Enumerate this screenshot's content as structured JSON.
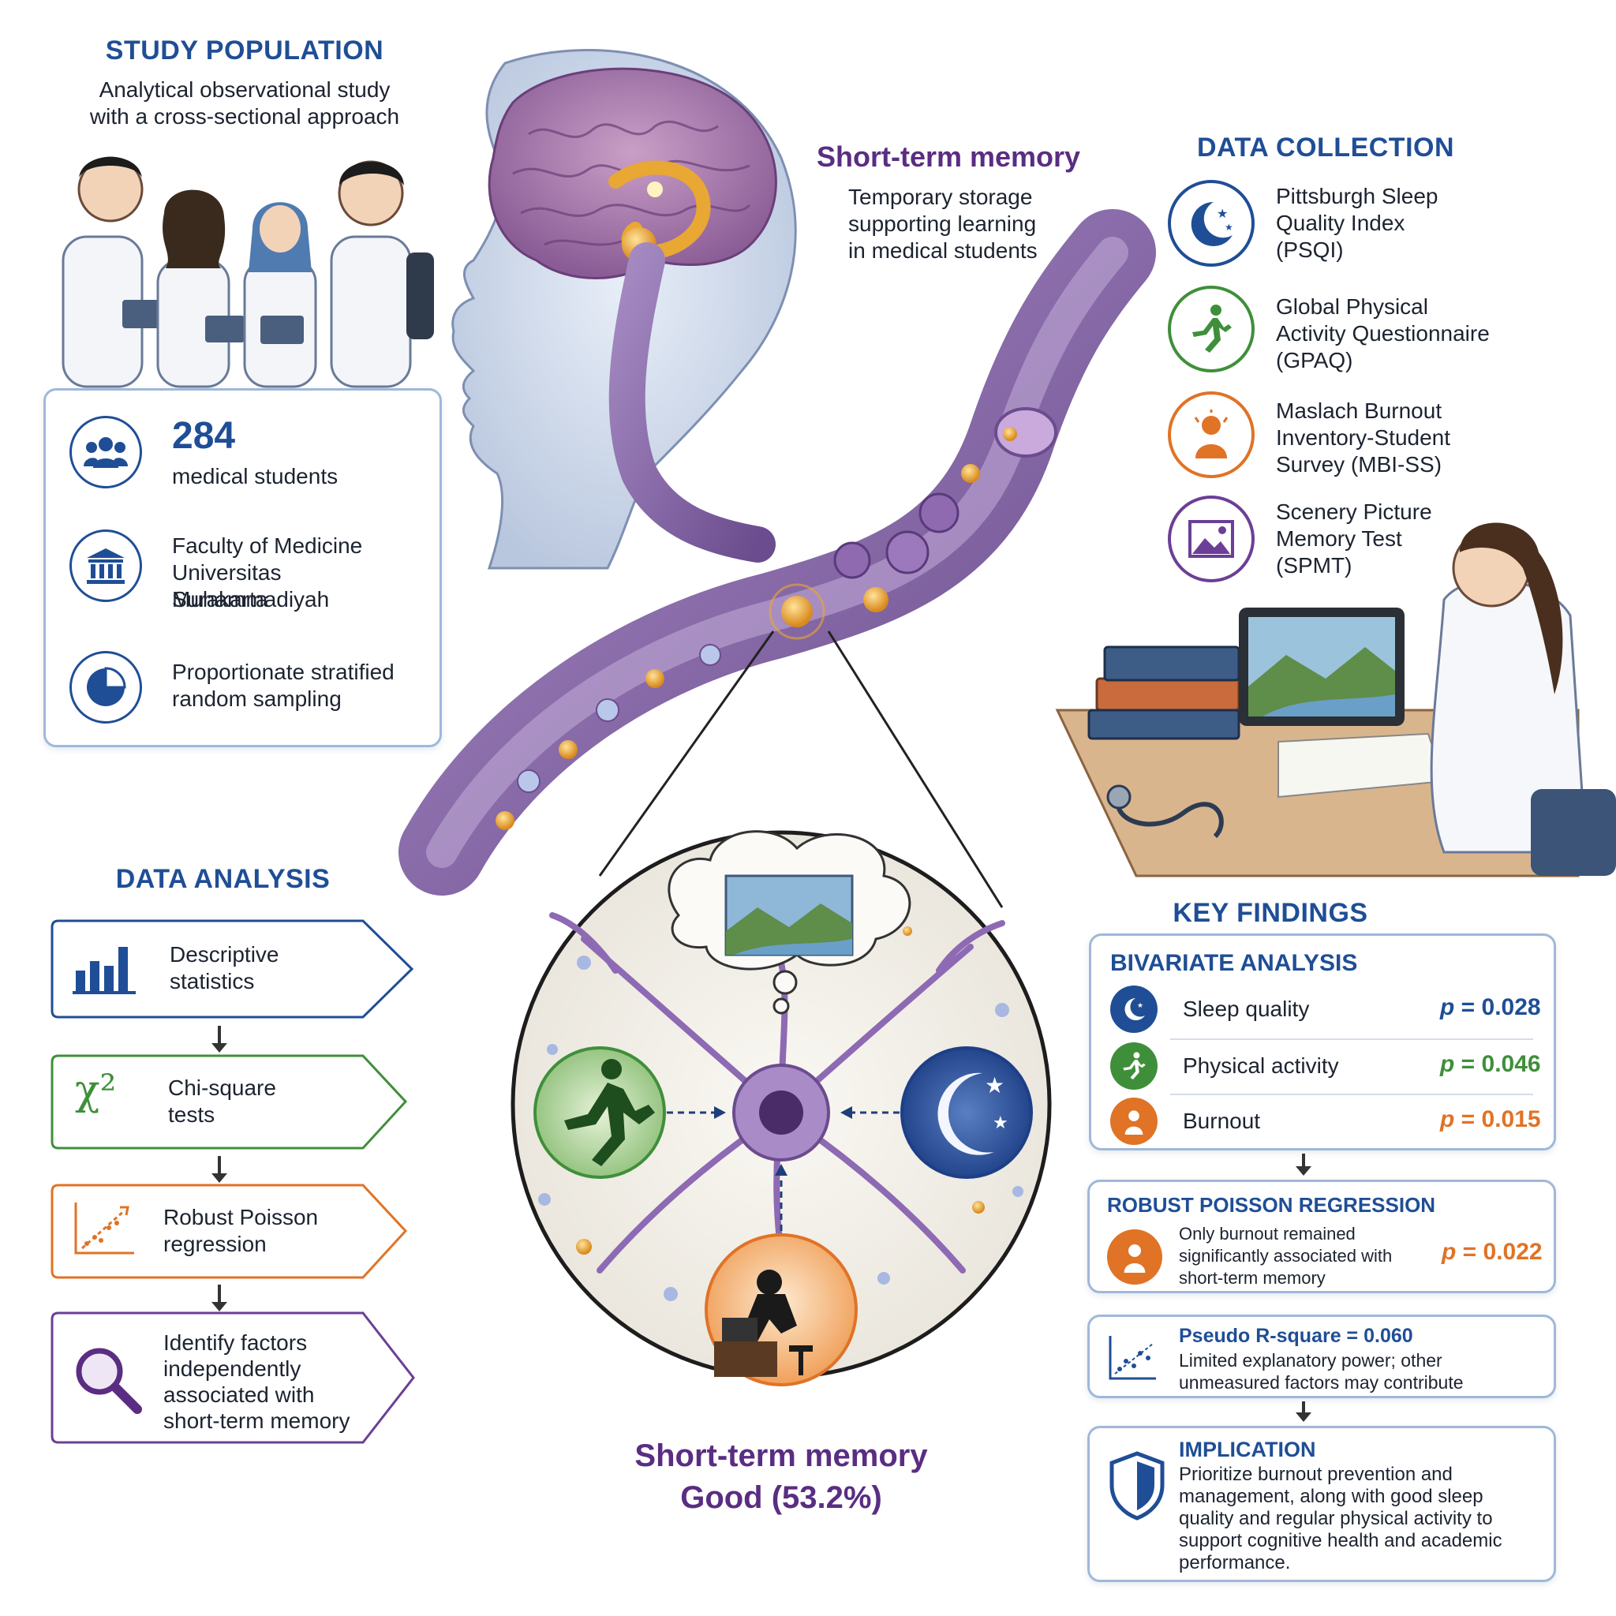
{
  "study_population": {
    "heading": "STUDY POPULATION",
    "subtitle_line1": "Analytical observational study",
    "subtitle_line2": "with a cross-sectional approach",
    "count": "284",
    "count_label": "medical students",
    "faculty_line1": "Faculty of Medicine",
    "faculty_line2": "Universitas Muhammadiyah",
    "faculty_line3": "Surakarta",
    "sampling_line1": "Proportionate stratified",
    "sampling_line2": "random sampling"
  },
  "brain": {
    "title": "Short-term memory",
    "desc_line1": "Temporary storage",
    "desc_line2": "supporting learning",
    "desc_line3": "in medical students"
  },
  "data_collection": {
    "heading": "DATA COLLECTION",
    "items": [
      {
        "lines": [
          "Pittsburgh Sleep",
          "Quality Index",
          "(PSQI)"
        ],
        "icon": "moon-stars-icon",
        "color": "#1f4e96"
      },
      {
        "lines": [
          "Global Physical",
          "Activity Questionnaire",
          "(GPAQ)"
        ],
        "icon": "running-person-icon",
        "color": "#3f8f3a"
      },
      {
        "lines": [
          "Maslach Burnout",
          "Inventory-Student",
          "Survey (MBI-SS)"
        ],
        "icon": "stressed-person-icon",
        "color": "#e07326"
      },
      {
        "lines": [
          "Scenery Picture",
          "Memory Test",
          "(SPMT)"
        ],
        "icon": "landscape-picture-icon",
        "color": "#6b3f96"
      }
    ]
  },
  "data_analysis": {
    "heading": "DATA ANALYSIS",
    "steps": [
      {
        "lines": [
          "Descriptive",
          "statistics"
        ],
        "icon": "bar-chart-icon",
        "color": "#1f4e96"
      },
      {
        "lines": [
          "Chi-square",
          "tests"
        ],
        "icon": "chi-square-icon",
        "symbol": "χ²",
        "color": "#3f8f3a"
      },
      {
        "lines": [
          "Robust Poisson",
          "regression"
        ],
        "icon": "trend-scatter-icon",
        "color": "#e07326"
      },
      {
        "lines": [
          "Identify factors",
          "independently",
          "associated with",
          "short-term memory"
        ],
        "icon": "magnifier-icon",
        "color": "#6b3f96"
      }
    ]
  },
  "center": {
    "result_line1": "Short-term memory",
    "result_line2": "Good (53.2%)"
  },
  "key_findings": {
    "heading": "KEY FINDINGS",
    "bivariate": {
      "title": "BIVARIATE ANALYSIS",
      "rows": [
        {
          "label": "Sleep quality",
          "p_label": "p",
          "p_value": " = 0.028",
          "color": "#1f4e96",
          "icon": "moon-icon"
        },
        {
          "label": "Physical activity",
          "p_label": "p",
          "p_value": " = 0.046",
          "color": "#3f8f3a",
          "icon": "running-icon"
        },
        {
          "label": "Burnout",
          "p_label": "p",
          "p_value": " = 0.015",
          "color": "#e07326",
          "icon": "burnout-icon"
        }
      ]
    },
    "poisson": {
      "title": "ROBUST POISSON REGRESSION",
      "line1": "Only burnout remained",
      "line2": "significantly associated with",
      "line3": "short-term memory",
      "p_label": "p",
      "p_value": " = 0.022"
    },
    "pseudo": {
      "title": "Pseudo R-square = 0.060",
      "line1": "Limited explanatory power; other",
      "line2": "unmeasured factors may contribute"
    },
    "implication": {
      "title": "IMPLICATION",
      "line1": "Prioritize burnout prevention and",
      "line2": "management, along with good sleep",
      "line3": "quality and regular physical activity to",
      "line4": "support cognitive health and academic",
      "line5": "performance."
    }
  }
}
